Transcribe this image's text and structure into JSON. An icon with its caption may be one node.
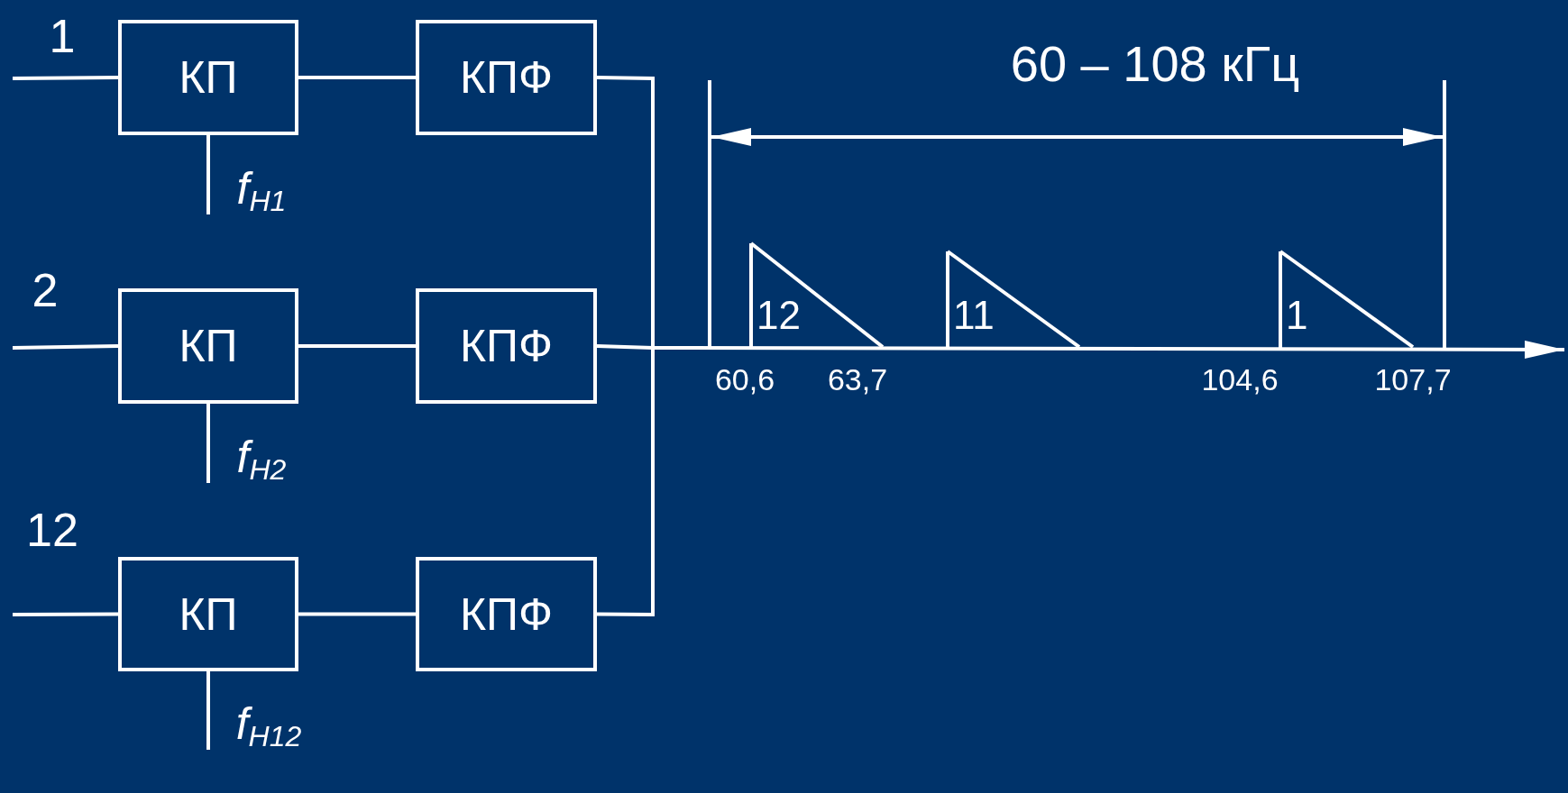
{
  "diagram": {
    "nodes": [
      {
        "text": [
          "КП"
        ]
      },
      {
        "text": [
          "КПФ"
        ]
      },
      {
        "text": [
          "КП"
        ]
      },
      {
        "text": [
          "КПФ"
        ]
      },
      {
        "text": [
          "КП"
        ]
      },
      {
        "text": [
          "КПФ"
        ]
      },
      {
        "text": [
          "12"
        ]
      },
      {
        "text": [
          "11"
        ]
      },
      {
        "text": [
          "1"
        ]
      }
    ],
    "edges": [
      {
        "from": null,
        "to": 0,
        "arrow": "none"
      },
      {
        "from": 0,
        "to": 1,
        "arrow": "none"
      },
      {
        "from": null,
        "to": 0,
        "arrow": "none"
      },
      {
        "from": 1,
        "to": null,
        "arrow": "none"
      },
      {
        "from": null,
        "to": 2,
        "arrow": "none"
      },
      {
        "from": 2,
        "to": 3,
        "arrow": "none"
      },
      {
        "from": null,
        "to": 2,
        "arrow": "none"
      },
      {
        "from": 3,
        "to": null,
        "arrow": "none"
      },
      {
        "from": null,
        "to": 4,
        "arrow": "none"
      },
      {
        "from": 4,
        "to": 5,
        "arrow": "none"
      },
      {
        "from": null,
        "to": 4,
        "arrow": "none"
      },
      {
        "from": 5,
        "to": null,
        "arrow": "none"
      }
    ],
    "labels": [
      "1",
      "60 – 108 кГц",
      "f$_{H1}$",
      "2",
      "60,6",
      "63,7",
      "104,6",
      "107,7",
      "f$_{H2}$",
      "12",
      "f$_{H12}$"
    ]
  }
}
